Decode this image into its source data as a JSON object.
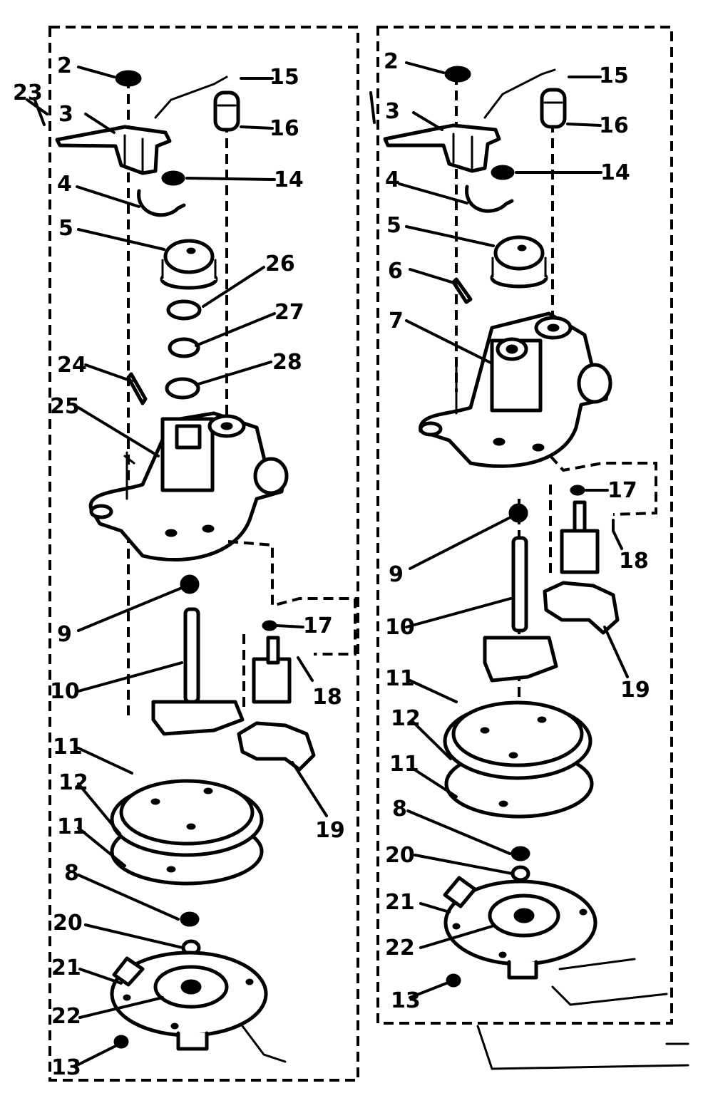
{
  "diagram": {
    "left_panel": {
      "labels": {
        "l2": "2",
        "l3": "3",
        "l4": "4",
        "l5": "5",
        "l8": "8",
        "l9": "9",
        "l10": "10",
        "l11a": "11",
        "l11b": "11",
        "l12": "12",
        "l13": "13",
        "l14": "14",
        "l15": "15",
        "l16": "16",
        "l17": "17",
        "l18": "18",
        "l19": "19",
        "l20": "20",
        "l21": "21",
        "l22": "22",
        "l23": "23",
        "l24": "24",
        "l25": "25",
        "l26": "26",
        "l27": "27",
        "l28": "28"
      }
    },
    "right_panel": {
      "labels": {
        "l2": "2",
        "l3": "3",
        "l4": "4",
        "l5": "5",
        "l6": "6",
        "l7": "7",
        "l8": "8",
        "l9": "9",
        "l10": "10",
        "l11a": "11",
        "l11b": "11",
        "l12": "12",
        "l13": "13",
        "l14": "14",
        "l15": "15",
        "l16": "16",
        "l17": "17",
        "l18": "18",
        "l19": "19",
        "l20": "20",
        "l21": "21",
        "l22": "22"
      }
    }
  }
}
